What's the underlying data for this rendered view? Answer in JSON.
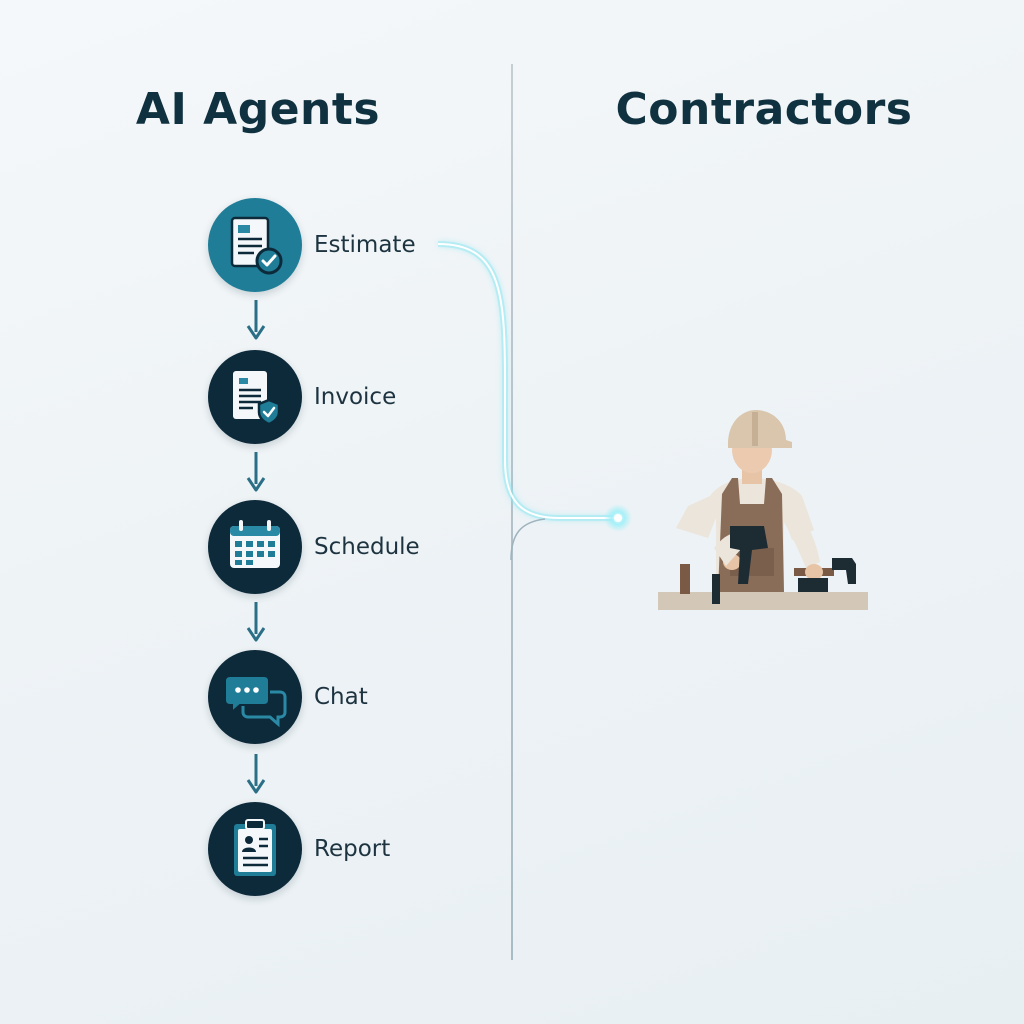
{
  "titles": {
    "left": "AI Agents",
    "right": "Contractors"
  },
  "steps": [
    {
      "label": "Estimate",
      "icon": "document-check-icon"
    },
    {
      "label": "Invoice",
      "icon": "invoice-shield-icon"
    },
    {
      "label": "Schedule",
      "icon": "calendar-icon"
    },
    {
      "label": "Chat",
      "icon": "chat-bubbles-icon"
    },
    {
      "label": "Report",
      "icon": "report-clipboard-icon"
    }
  ],
  "colors": {
    "heading": "#10313f",
    "badge_dark": "#0d2a3a",
    "badge_active": "#1f7d98",
    "arrow": "#2a6f86",
    "connector_glow": "#7fe4f0",
    "divider": "#b3c1c8"
  },
  "illustration": "contractor-with-hammer-illustration"
}
